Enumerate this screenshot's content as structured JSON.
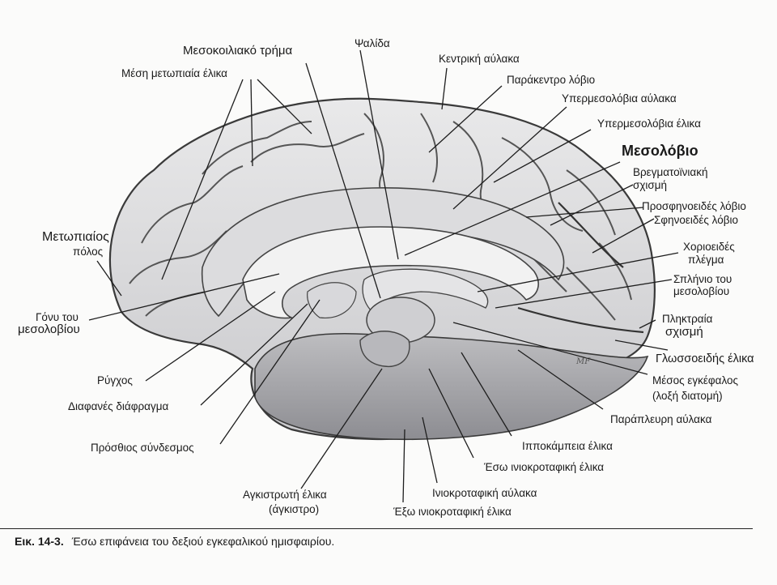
{
  "labels": {
    "mesokoiliako_trima": "Μεσοκοιλιακό τρήμα",
    "psalida": "Ψαλίδα",
    "kentriki_aulaka": "Κεντρική αύλακα",
    "mesi_metopiaia_elika": "Μέση μετωπιαία έλικα",
    "parakentro_lovio": "Παράκεντρο λόβιο",
    "ypermesolovia_aulaka": "Υπερμεσολόβια αύλακα",
    "ypermesolovia_elika": "Υπερμεσολόβια έλικα",
    "mesolovio": "Μεσολόβιο",
    "vregmatoiniaki_1": "Βρεγματοϊνιακή",
    "vregmatoiniaki_2": "σχισμή",
    "prosfinoeides_lovio": "Προσφηνοειδές λόβιο",
    "sfinoeides_lovio": "Σφηνοειδές λόβιο",
    "chorioeides_1": "Χοριοειδές",
    "chorioeides_2": "πλέγμα",
    "splinio_1": "Σπλήνιο του",
    "splinio_2": "μεσολοβίου",
    "plinktraia_1": "Πληκτραία",
    "plinktraia_2": "σχισμή",
    "glossoeidis_elika": "Γλωσσοειδής έλικα",
    "mesos_egkefalos_1": "Μέσος εγκέφαλος",
    "mesos_egkefalos_2": "(λοξή διατομή)",
    "paraplevri_aulaka": "Παράπλευρη αύλακα",
    "ippokampeia_elika": "Ιπποκάμπεια έλικα",
    "eso_iniokrotafiki": "Έσω ινιοκροταφική έλικα",
    "iniokrotafiki_aulaka": "Ινιοκροταφική αύλακα",
    "exo_iniokrotafiki": "Έξω ινιοκροταφική έλικα",
    "agkistroti_1": "Αγκιστρωτή έλικα",
    "agkistroti_2": "(άγκιστρο)",
    "prosthios_syndesmos": "Πρόσθιος σύνδεσμος",
    "diafanes_diafragma": "Διαφανές διάφραγμα",
    "rygchos": "Ρύγχος",
    "gonu_1": "Γόνυ του",
    "gonu_2": "μεσολοβίου",
    "metopiaios_1": "Μετωπιαίος",
    "metopiaios_2": "πόλος"
  },
  "caption": {
    "number": "Εικ. 14-3.",
    "text": "Έσω επιφάνεια του δεξιού εγκεφαλικού ημισφαιρίου."
  },
  "signature": "MF"
}
